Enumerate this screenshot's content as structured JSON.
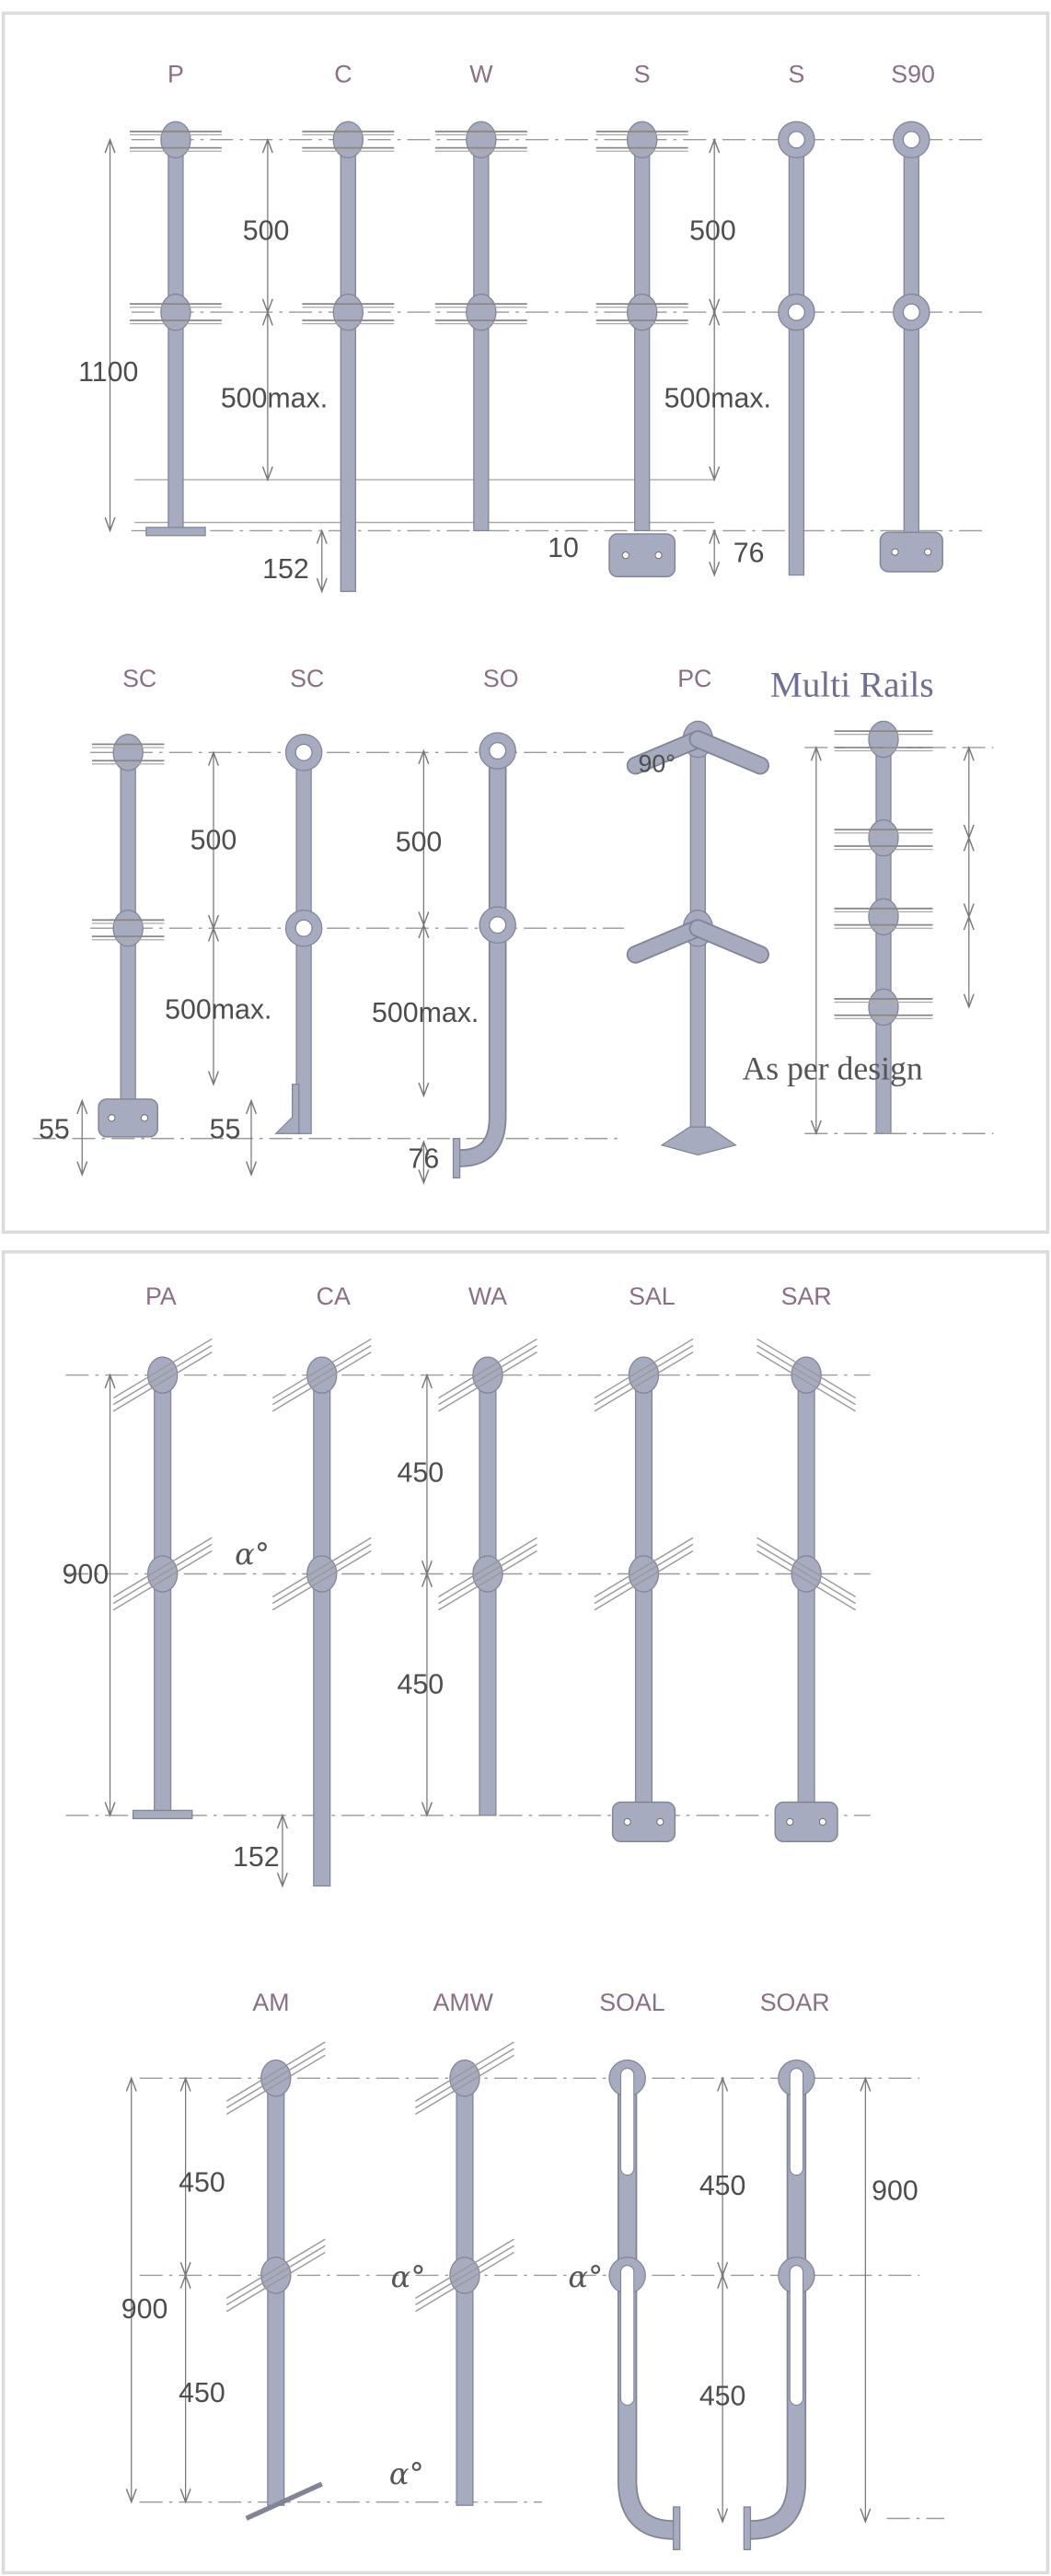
{
  "panel_top": {
    "row1_labels": [
      "P",
      "C",
      "W",
      "S",
      "S",
      "S90"
    ],
    "row1_dims": {
      "total": "1100",
      "upper_left": "500",
      "lower_left": "500max.",
      "embed": "152",
      "gap": "10",
      "plate": "76",
      "upper_right": "500",
      "lower_right": "500max."
    },
    "row2_labels": [
      "SC",
      "SC",
      "SO",
      "PC"
    ],
    "multi_rails_title": "Multi Rails",
    "row2_dims": {
      "sc_upper": "500",
      "sc_lower": "500max.",
      "sc_plate": "55",
      "sc2_plate": "55",
      "so_upper": "500",
      "so_lower": "500max.",
      "so_offset": "76",
      "pc_angle": "90°"
    },
    "as_per_design": "As per design"
  },
  "panel_bottom": {
    "row1_labels": [
      "PA",
      "CA",
      "WA",
      "SAL",
      "SAR"
    ],
    "row1_dims": {
      "total": "900",
      "upper": "450",
      "lower": "450",
      "embed": "152",
      "angle": "α°"
    },
    "row2_labels": [
      "AM",
      "AMW",
      "SOAL",
      "SOAR"
    ],
    "row2_dims": {
      "total_left": "900",
      "upper_left": "450",
      "lower_left": "450",
      "upper_right": "450",
      "lower_right": "450",
      "total_right": "900",
      "angle_am_mid": "α°",
      "angle_amw_mid": "α°",
      "angle_am_base": "α°"
    }
  },
  "colors": {
    "pipe": "#a7abbf",
    "pipe_stroke": "#7f8497",
    "label": "#8a6f86",
    "line": "#9a9a9a"
  }
}
